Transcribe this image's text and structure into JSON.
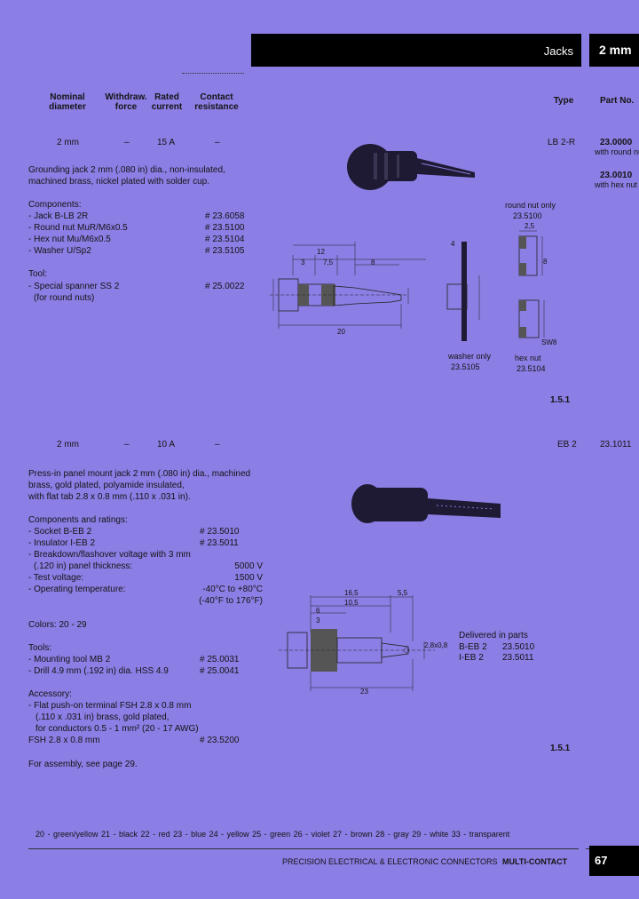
{
  "header": {
    "section": "Jacks",
    "size": "2 mm"
  },
  "columns": {
    "nominal": "Nominal\ndiameter",
    "withdraw": "Withdraw.\nforce",
    "rated": "Rated\ncurrent",
    "contact": "Contact\nresistance",
    "type": "Type",
    "part": "Part No."
  },
  "p1": {
    "diameter": "2 mm",
    "withdraw": "–",
    "current": "15 A",
    "resistance": "–",
    "type": "LB 2-R",
    "part1": "23.0000",
    "part1_note": "with round nut",
    "part2": "23.0010",
    "part2_note": "with hex nut",
    "desc": [
      "Grounding jack 2 mm (.080 in) dia., non-insulated,",
      "machined brass, nickel plated with solder cup."
    ],
    "comp_title": "Components:",
    "components": [
      {
        "name": "- Jack B-LB 2R",
        "no": "# 23.6058"
      },
      {
        "name": "- Round nut MuR/M6x0.5",
        "no": "# 23.5100"
      },
      {
        "name": "- Hex nut Mu/M6x0.5",
        "no": "# 23.5104"
      },
      {
        "name": "- Washer U/Sp2",
        "no": "# 23.5105"
      }
    ],
    "tool_title": "Tool:",
    "tool_name": "- Special spanner SS 2",
    "tool_no": "# 25.0022",
    "tool_note": "(for round nuts)",
    "diagram": {
      "round_nut": "round nut only",
      "round_nut_no": "23.5100",
      "washer": "washer only",
      "washer_no": "23.5105",
      "hex_nut": "hex nut",
      "hex_nut_no": "23.5104",
      "d12": "12",
      "d3": "3",
      "d75": "7,5",
      "d8": "8",
      "d20": "20",
      "d25": "2,5",
      "d8b": "8",
      "d4": "4",
      "dsw": "SW8"
    },
    "ref": "1.5.1"
  },
  "p2": {
    "diameter": "2 mm",
    "withdraw": "–",
    "current": "10 A",
    "resistance": "–",
    "type": "EB 2",
    "part": "23.1011",
    "desc": [
      "Press-in panel mount jack 2 mm (.080 in) dia., machined",
      "brass, gold plated, polyamide insulated,",
      "with flat tab 2.8 x 0.8 mm (.110 x .031 in)."
    ],
    "comp_title": "Components and ratings:",
    "components": [
      {
        "name": "- Socket B-EB 2",
        "no": "# 23.5010"
      },
      {
        "name": "- Insulator I-EB 2",
        "no": "# 23.5011"
      }
    ],
    "breakdown1": "- Breakdown/flashover voltage with 3 mm",
    "breakdown2": "(.120 in) panel thickness:",
    "breakdown_val": "5000 V",
    "test_label": "- Test voltage:",
    "test_val": "1500 V",
    "temp_label": "- Operating temperature:",
    "temp_val": "-40°C to +80°C",
    "temp_val_f": "(-40°F to 176°F)",
    "colors": "Colors: 20 - 29",
    "tools_title": "Tools:",
    "tools": [
      {
        "name": "- Mounting tool MB 2",
        "no": "# 25.0031"
      },
      {
        "name": "- Drill 4.9 mm (.192 in) dia. HSS 4.9",
        "no": "# 25.0041"
      }
    ],
    "acc_title": "Accessory:",
    "acc_lines": [
      "- Flat push-on terminal FSH 2.8 x 0.8 mm",
      "(.110 x .031 in) brass, gold plated,",
      "for conductors 0.5 - 1 mm² (20 - 17 AWG)"
    ],
    "acc_name": "FSH 2.8 x 0.8 mm",
    "acc_no": "# 23.5200",
    "assembly": "For assembly, see page 29.",
    "delivered_title": "Delivered in parts",
    "delivered": [
      {
        "name": "B-EB 2",
        "no": "23.5010"
      },
      {
        "name": "I-EB 2",
        "no": "23.5011"
      }
    ],
    "diagram": {
      "d165": "16,5",
      "d55": "5,5",
      "d105": "10,5",
      "d6": "6",
      "d3": "3",
      "d23": "23",
      "d28": "2,8x0,8"
    },
    "ref": "1.5.1"
  },
  "colors_line": "20 - green/yellow   21 - black   22 - red   23 - blue   24 - yellow   25 - green   26 - violet   27 - brown   28 - gray   29 - white   33 - transparent",
  "footer": {
    "text": "PRECISION ELECTRICAL & ELECTRONIC CONNECTORS",
    "brand": "MULTI-CONTACT",
    "page": "67"
  }
}
